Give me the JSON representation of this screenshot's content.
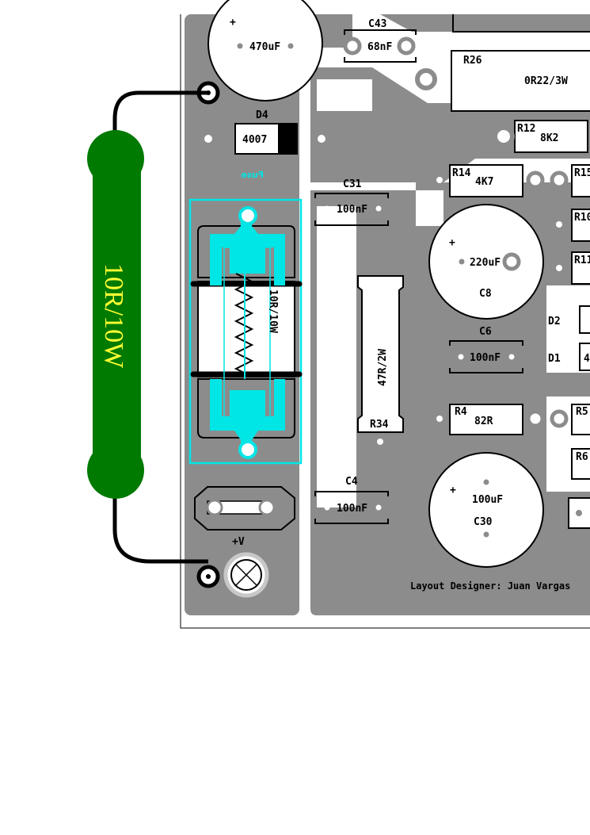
{
  "board": {
    "credit": "Layout Designer: Juan Vargas",
    "colors": {
      "copper": "#8c8c8c",
      "fuse_overlay": "#00e5e5",
      "resistor_body": "#007a00",
      "resistor_text": "#ffff33"
    }
  },
  "external_resistor": {
    "label": "10R/10W"
  },
  "fuse": {
    "label": "Fuse",
    "value": "10R/10W"
  },
  "terminal": {
    "label": "+V"
  },
  "components": {
    "c_top": {
      "value": "470uF"
    },
    "c43": {
      "name": "C43",
      "value": "68nF"
    },
    "r26": {
      "name": "R26",
      "value": "0R22/3W"
    },
    "d4": {
      "name": "D4",
      "value": "4007"
    },
    "r12": {
      "name": "R12",
      "value": "8K2"
    },
    "c31": {
      "name": "C31",
      "value": "100nF"
    },
    "r14": {
      "name": "R14",
      "value": "4K7"
    },
    "r15": {
      "name": "R15"
    },
    "r10": {
      "name": "R10"
    },
    "r11": {
      "name": "R11"
    },
    "c8": {
      "name": "C8",
      "value": "220uF"
    },
    "c6": {
      "name": "C6",
      "value": "100nF"
    },
    "d2": {
      "name": "D2"
    },
    "d1": {
      "name": "D1",
      "value": "4"
    },
    "r34": {
      "name": "R34",
      "value": "47R/2W"
    },
    "r4": {
      "name": "R4",
      "value": "82R"
    },
    "r5": {
      "name": "R5"
    },
    "r6": {
      "name": "R6"
    },
    "c4": {
      "name": "C4",
      "value": "100nF"
    },
    "c30": {
      "name": "C30",
      "value": "100uF"
    }
  }
}
